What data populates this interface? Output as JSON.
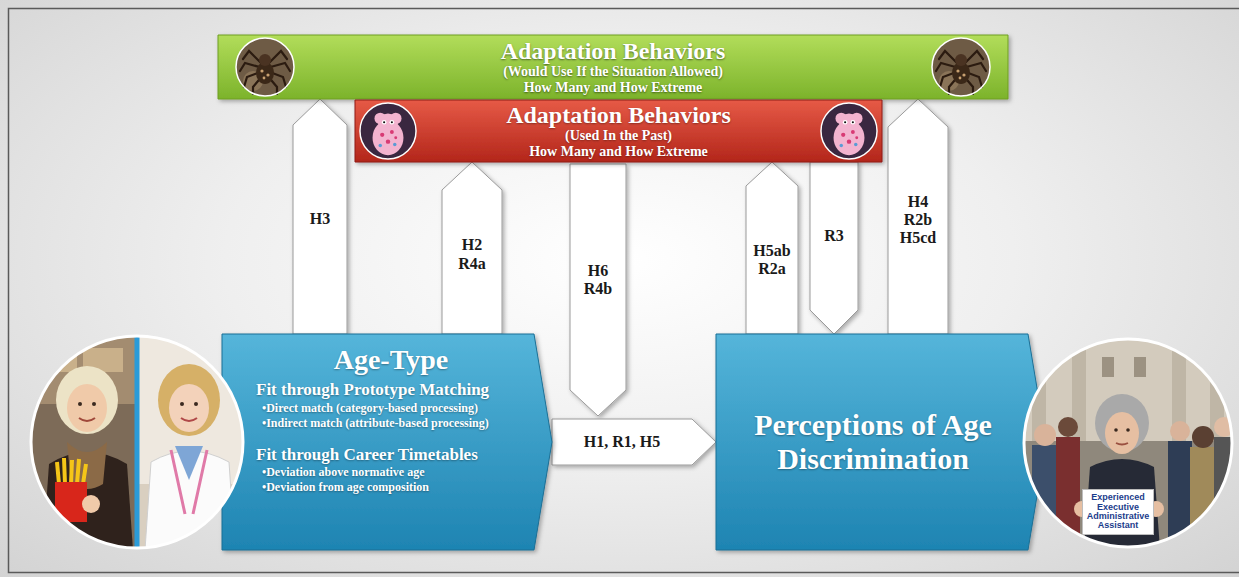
{
  "diagram": {
    "nodes": [
      {
        "text": [
          "Adaptation Behaviors",
          "(Would Use If the Situation Allowed)",
          "How Many and How Extreme"
        ]
      },
      {
        "text": [
          "Adaptation Behaviors",
          "(Used In the Past)",
          "How Many and How Extreme"
        ]
      },
      {
        "text": [
          "Age-Type",
          "Fit through Prototype Matching",
          "•Direct match (category-based processing)",
          "•Indirect match (attribute-based processing)",
          "Fit through Career Timetables",
          "•Deviation above normative age",
          "•Deviation from age composition"
        ]
      },
      {
        "text": [
          "Perceptions of Age Discrimination"
        ]
      }
    ],
    "edges": [
      {
        "from": 2,
        "to": 0,
        "arrow": "to",
        "label": "H3"
      },
      {
        "from": 2,
        "to": 1,
        "arrow": "to",
        "label": "H2 R4a"
      },
      {
        "from": 3,
        "to": 1,
        "arrow": "to",
        "label": "H5ab R2a"
      },
      {
        "from": 1,
        "to": 3,
        "arrow": "to",
        "label": "R3"
      },
      {
        "from": 3,
        "to": 0,
        "arrow": "to",
        "label": "H4 R2b H5cd"
      },
      {
        "from": 2,
        "to": 3,
        "arrow": "to",
        "label": "H1, R1, H5"
      }
    ],
    "labels": [
      "H6 R4b",
      "Experienced Executive Administrative Assistant"
    ]
  }
}
